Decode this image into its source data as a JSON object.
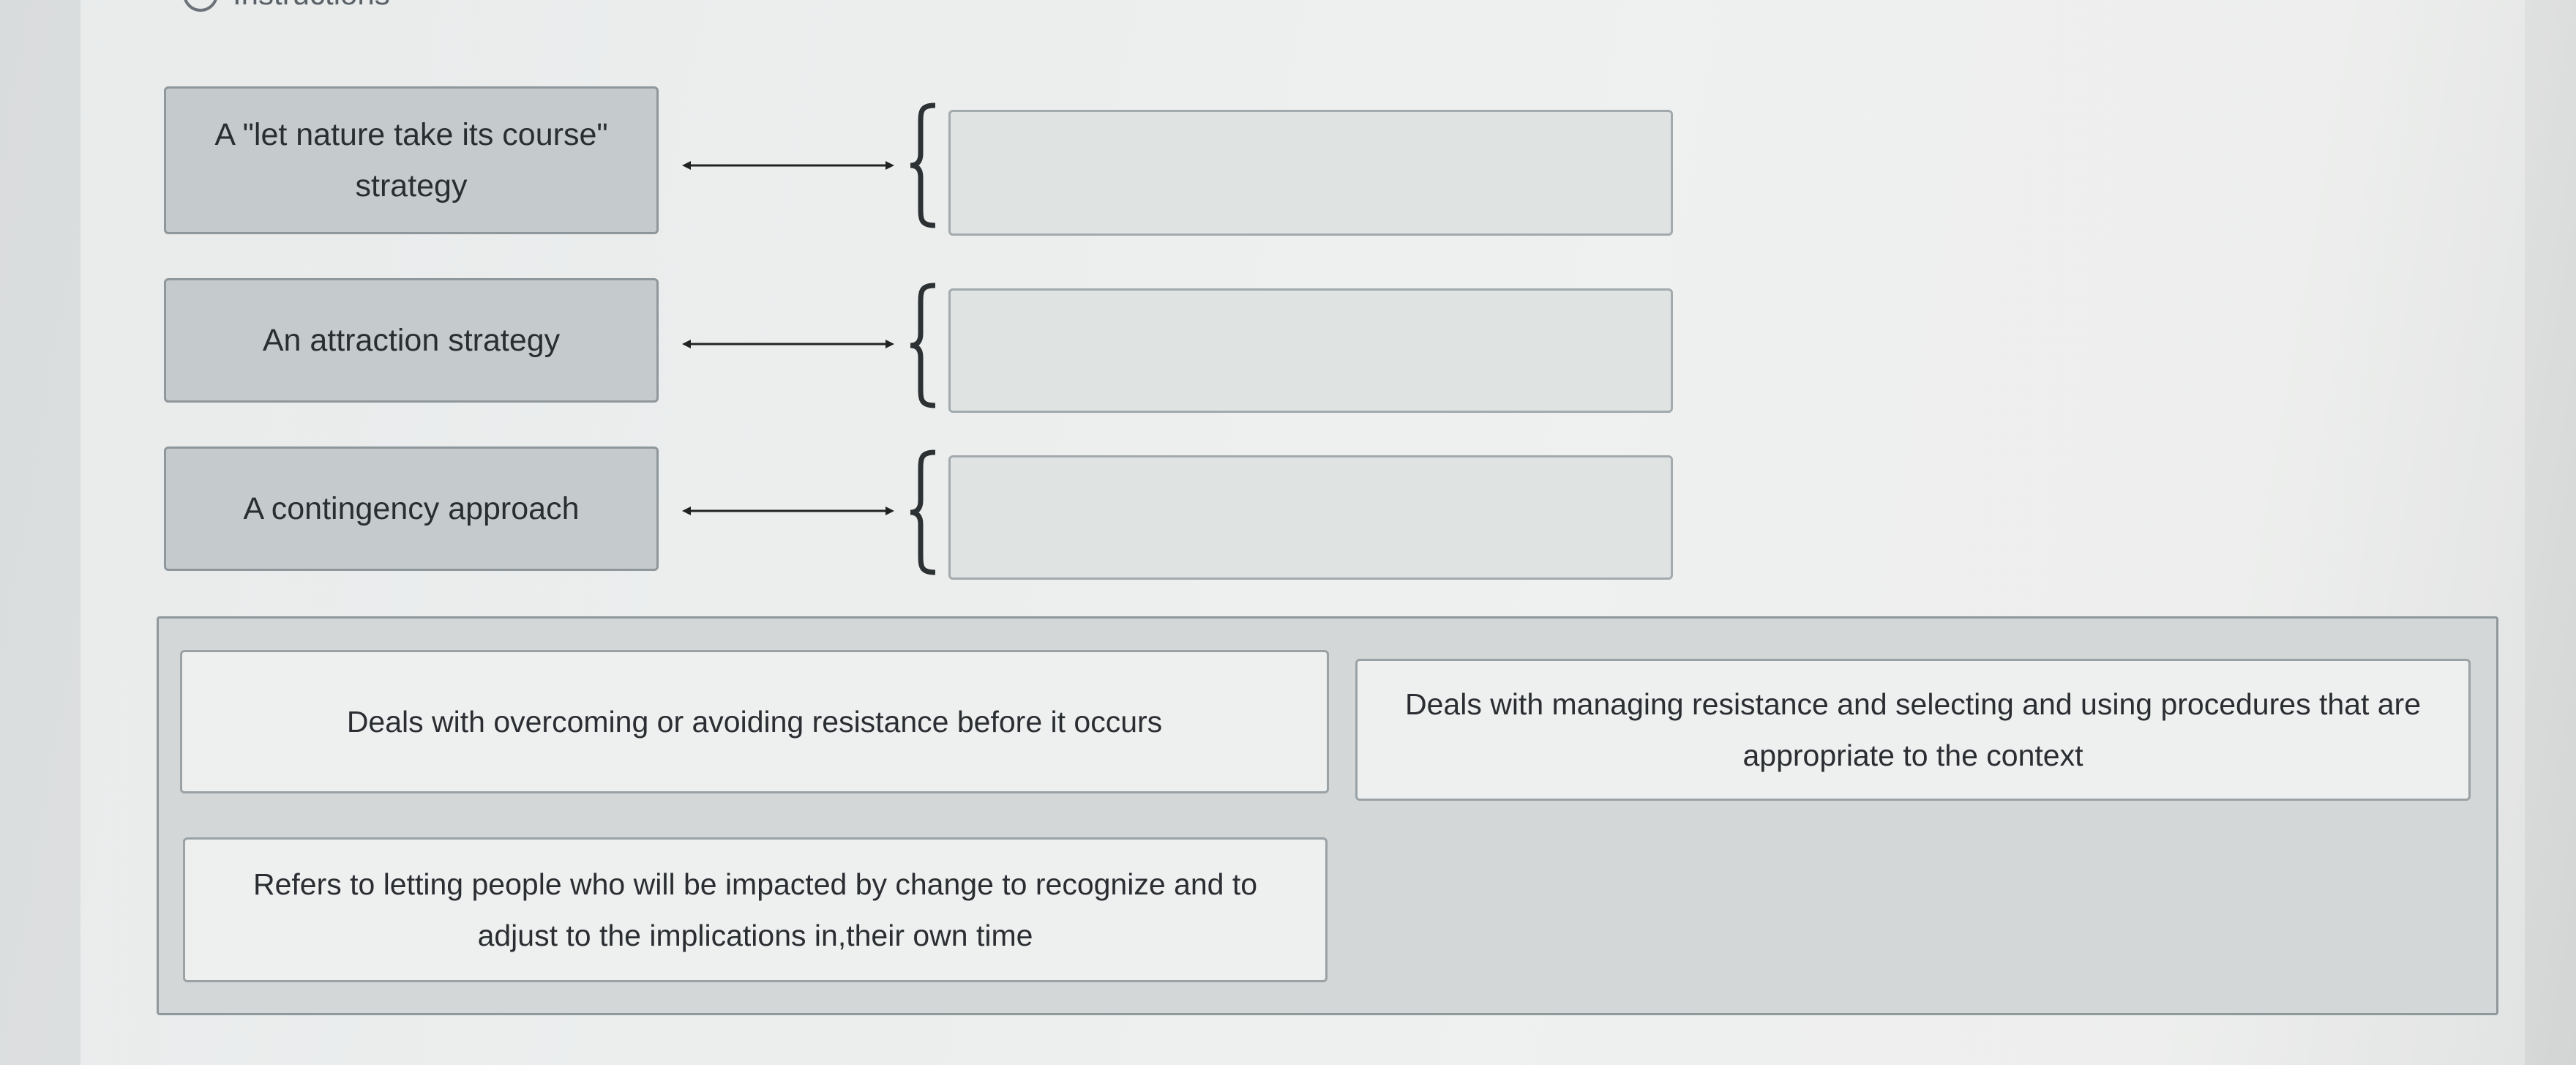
{
  "header": {
    "text": "Instructions"
  },
  "terms": [
    {
      "label": "A \"let nature take its course\" strategy"
    },
    {
      "label": "An attraction strategy"
    },
    {
      "label": "A contingency approach"
    }
  ],
  "choices": [
    {
      "label": "Deals with overcoming or avoiding resistance before it occurs"
    },
    {
      "label": "Deals with managing resistance and selecting and using procedures that are appropriate to the context"
    },
    {
      "label": "Refers to letting people who will be impacted by change to recognize and to adjust to the implications in,their own time"
    }
  ]
}
